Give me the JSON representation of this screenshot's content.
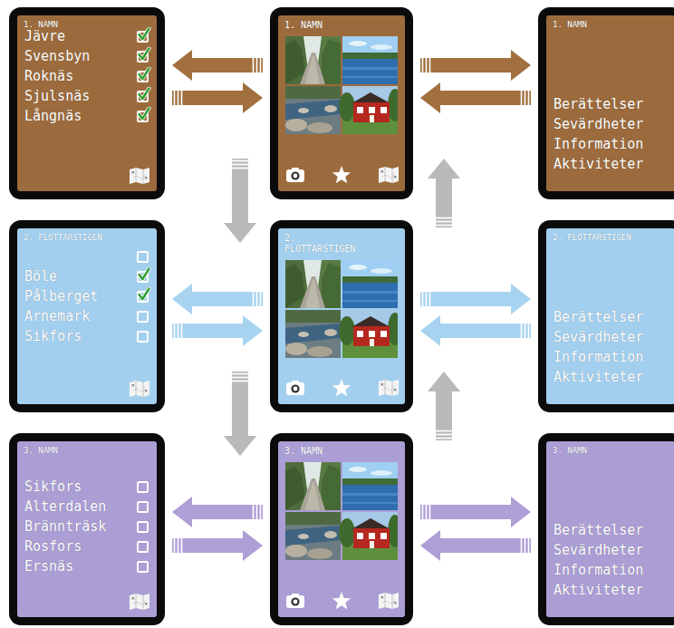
{
  "diagram": {
    "nodes": [
      {
        "text": [
          "1. NAMN",
          "Jävre",
          "Svensbyn",
          "Roknäs",
          "Sjulsnäs",
          "Långnäs"
        ]
      },
      {
        "text": [
          "1. NAMN"
        ]
      },
      {
        "text": [
          "1. NAMN",
          "Berättelser",
          "Sevärdheter",
          "Information",
          "Aktiviteter"
        ]
      },
      {
        "text": [
          "2. FLOTTARSTIGEN",
          "Böle",
          "Pålberget",
          "Arnemark",
          "Sikfors"
        ]
      },
      {
        "text": [
          "2. FLOTTARSTIGEN"
        ]
      },
      {
        "text": [
          "2. FLOTTARSTIGEN",
          "Berättelser",
          "Sevärdheter",
          "Information",
          "Aktiviteter"
        ]
      },
      {
        "text": [
          "3. NAMN",
          "Sikfors",
          "Alterdalen",
          "Brännträsk",
          "Rosfors",
          "Ersnäs"
        ]
      },
      {
        "text": [
          "3. NAMN"
        ]
      },
      {
        "text": [
          "3. NAMN",
          "Berättelser",
          "Sevärdheter",
          "Information",
          "Aktiviteter"
        ]
      }
    ],
    "edges": [
      {
        "from": 1,
        "to": 0,
        "arrow": "to"
      },
      {
        "from": 0,
        "to": 1,
        "arrow": "to"
      },
      {
        "from": 1,
        "to": 2,
        "arrow": "to"
      },
      {
        "from": 2,
        "to": 1,
        "arrow": "to"
      },
      {
        "from": 1,
        "to": 4,
        "arrow": "to"
      },
      {
        "from": 4,
        "to": 1,
        "arrow": "to"
      },
      {
        "from": 4,
        "to": 3,
        "arrow": "to"
      },
      {
        "from": 3,
        "to": 4,
        "arrow": "to"
      },
      {
        "from": 4,
        "to": 5,
        "arrow": "to"
      },
      {
        "from": 5,
        "to": 4,
        "arrow": "to"
      },
      {
        "from": 4,
        "to": 7,
        "arrow": "to"
      },
      {
        "from": 7,
        "to": 4,
        "arrow": "to"
      },
      {
        "from": 7,
        "to": 6,
        "arrow": "to"
      },
      {
        "from": 6,
        "to": 7,
        "arrow": "to"
      },
      {
        "from": 7,
        "to": 8,
        "arrow": "to"
      },
      {
        "from": 8,
        "to": 7,
        "arrow": "to"
      }
    ]
  }
}
